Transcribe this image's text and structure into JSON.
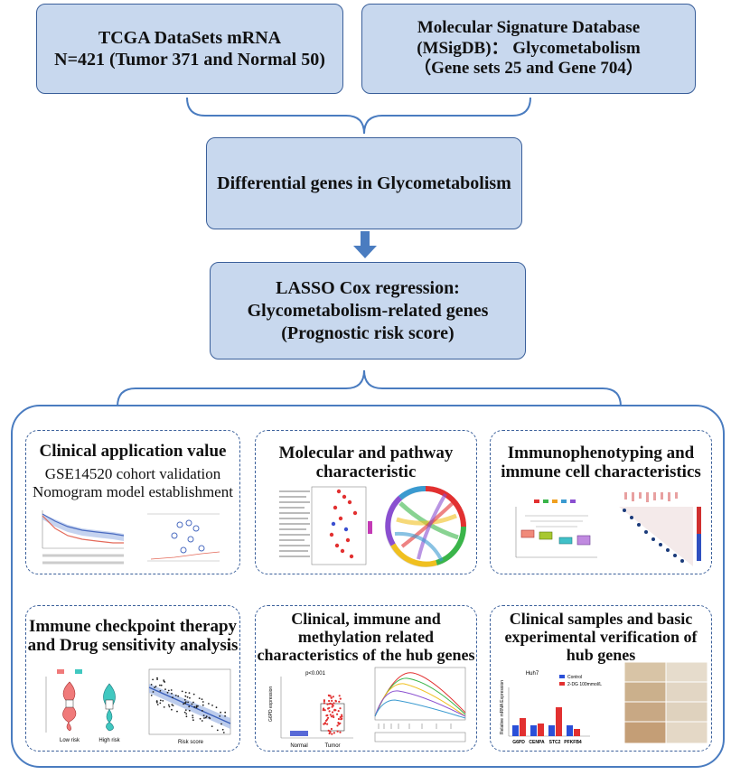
{
  "top_left_box": {
    "line1": "TCGA DataSets mRNA",
    "line2": "N=421 (Tumor 371 and Normal 50)"
  },
  "top_right_box": {
    "line1": "Molecular Signature Database",
    "line2": "(MSigDB)： Glycometabolism",
    "line3": "（Gene sets 25 and Gene 704）"
  },
  "differential_box": {
    "line1": "Differential genes in Glycometabolism"
  },
  "lasso_box": {
    "line1": "LASSO Cox regression:",
    "line2": "Glycometabolism-related genes",
    "line3": "(Prognostic risk score)"
  },
  "panels": {
    "clinical_application": {
      "title": "Clinical application value",
      "sub1": "GSE14520 cohort validation",
      "sub2": "Nomogram model establishment"
    },
    "molecular_pathway": {
      "title1": "Molecular and pathway",
      "title2": "characteristic"
    },
    "immunophenotyping": {
      "title1": "Immunophenotyping and",
      "title2": "immune cell characteristics"
    },
    "immune_checkpoint": {
      "title1": "Immune checkpoint therapy",
      "title2": "and Drug sensitivity analysis",
      "violin_low": "Low risk",
      "violin_high": "High risk",
      "scatter_x": "Risk score"
    },
    "hub_genes": {
      "title1": "Clinical, immune and",
      "title2": "methylation related",
      "title3": "characteristics of the hub genes",
      "pvalue": "p<0.001",
      "ylabel": "G6PD expression",
      "x_normal": "Normal",
      "x_tumor": "Tumor"
    },
    "experimental": {
      "title1": "Clinical samples and basic",
      "title2": "experimental verification of",
      "title3": "hub genes",
      "chart_title": "Huh7",
      "legend_control": "Control",
      "legend_treat": "2-DG 100mmol/L",
      "ylabel": "Relative mRNA Expression",
      "genes": [
        "G6PD",
        "CENPA",
        "STC2",
        "PFKFB4"
      ]
    }
  },
  "colors": {
    "box_fill": "#c8d8ee",
    "box_border": "#3a5f9a",
    "arrow": "#4a7cc0",
    "frame": "#4a7cc0"
  }
}
